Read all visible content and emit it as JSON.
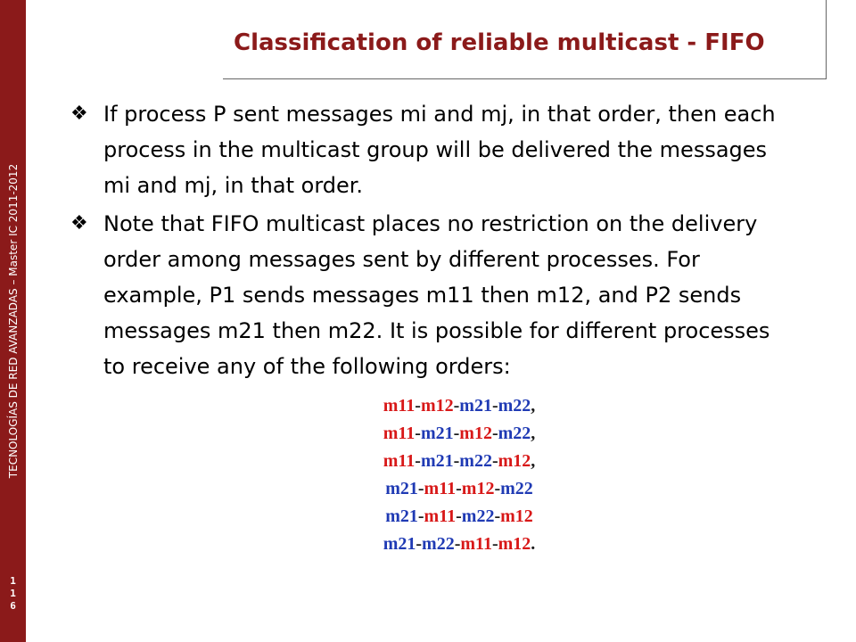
{
  "sidebar": {
    "vertical_text": "TECNOLOGÍAS DE RED AVANZADAS – Master IC 2011-2012",
    "page_digits": [
      "1",
      "1",
      "6"
    ]
  },
  "slide": {
    "title": "Classification of reliable multicast - FIFO",
    "bullets": [
      "If process P sent messages mi and mj, in that order, then each process in the multicast group will be delivered the messages mi and mj, in that order.",
      "Note that FIFO multicast places no restriction on the delivery order among messages sent by different processes. For example, P1 sends messages m11 then m12, and P2 sends messages m21 then m22. It is possible for different processes to receive any of the following orders:"
    ]
  },
  "orders": [
    [
      "m11",
      "-",
      "m12",
      "-",
      "m21",
      "-",
      "m22",
      ","
    ],
    [
      "m11",
      "-",
      "m21",
      "-",
      "m12",
      "-",
      "m22",
      ","
    ],
    [
      "m11",
      "-",
      "m21",
      "-",
      "m22",
      "-",
      "m12",
      ","
    ],
    [
      "m21",
      "-",
      "m11",
      "-",
      "m12",
      "-",
      "m22",
      ""
    ],
    [
      "m21",
      "-",
      "m11",
      "-",
      "m22",
      "-",
      "m12",
      ""
    ],
    [
      "m21",
      "-",
      "m22",
      "-",
      "m11",
      "-",
      "m12",
      "."
    ]
  ],
  "colors": {
    "sidebar": "#8b1a1a",
    "title": "#8b1a1a",
    "p1_messages": "#d81818",
    "p2_messages": "#1f3ab4"
  },
  "icons": {
    "bullet": "bullet-icon"
  }
}
